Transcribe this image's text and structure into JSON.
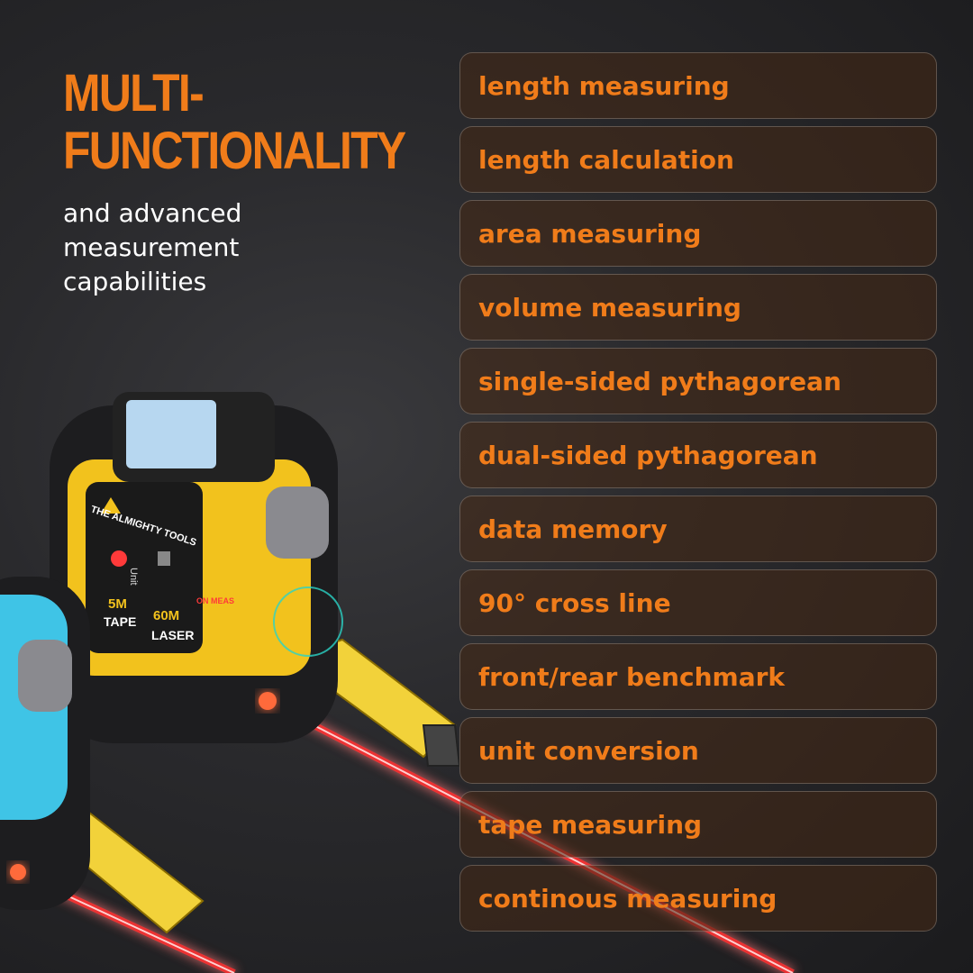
{
  "headline": {
    "line1": "MULTI-",
    "line2": "FUNCTIONALITY"
  },
  "subtitle": "and advanced measurement capabilities",
  "features": [
    {
      "label": "length measuring"
    },
    {
      "label": "length calculation"
    },
    {
      "label": "area measuring"
    },
    {
      "label": "volume measuring"
    },
    {
      "label": "single-sided pythagorean"
    },
    {
      "label": "dual-sided pythagorean"
    },
    {
      "label": "data memory"
    },
    {
      "label": "90° cross line"
    },
    {
      "label": "front/rear benchmark"
    },
    {
      "label": "unit conversion"
    },
    {
      "label": "tape measuring"
    },
    {
      "label": "continous measuring"
    }
  ],
  "device": {
    "brand": "THE ALMIGHTY TOOLS",
    "tape_spec": "5M",
    "tape_label": "TAPE",
    "laser_spec": "60M",
    "laser_label": "LASER",
    "button_unit": "Unit",
    "button_on": "ON MEAS"
  },
  "colors": {
    "accent": "#f07c1a",
    "device_yellow": "#f2c21d",
    "device_blue": "#3fc4e6",
    "laser_red": "#ff2a2a",
    "background": "#2a2a2d"
  },
  "icons": [
    "laser-warning-icon",
    "power-icon",
    "memory-icon"
  ]
}
